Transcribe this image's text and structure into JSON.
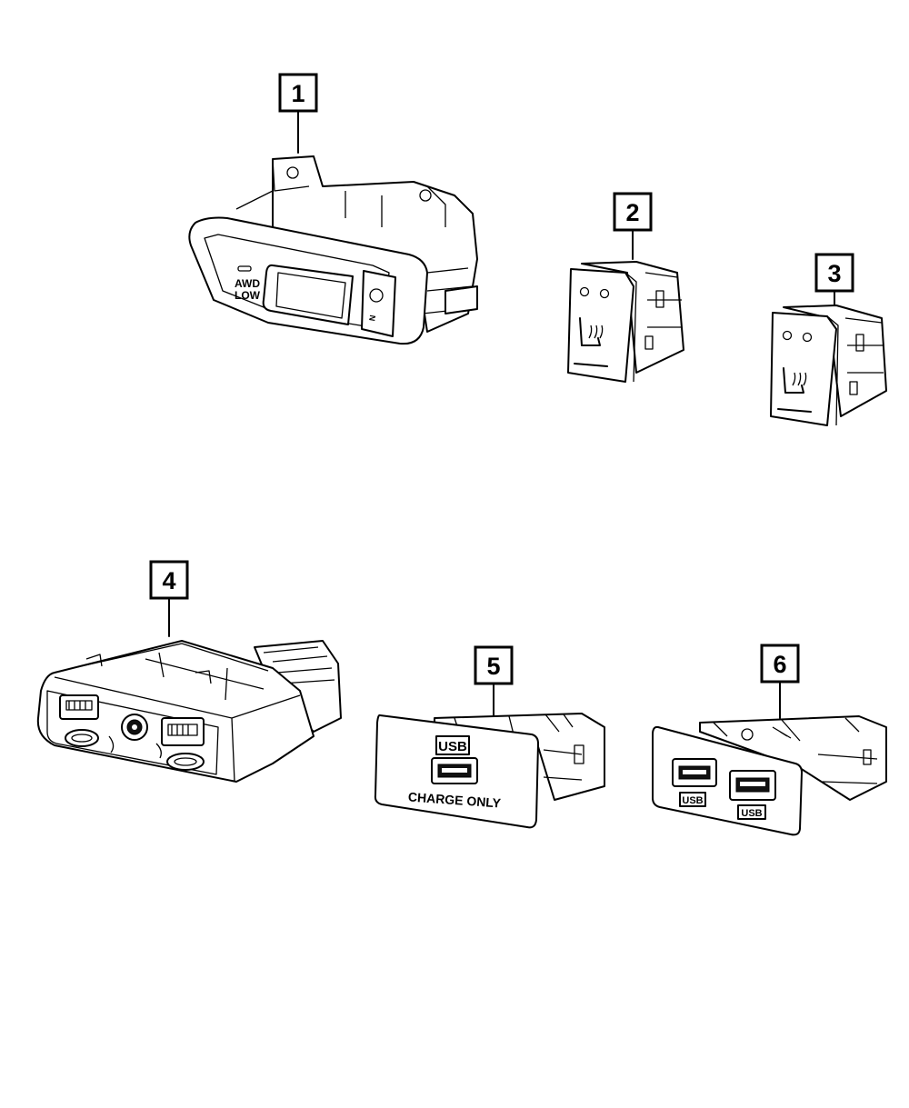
{
  "callouts": [
    "1",
    "2",
    "3",
    "4",
    "5",
    "6"
  ],
  "part1": {
    "label_line1": "AWD",
    "label_line2": "LOW",
    "button_mark": "N"
  },
  "part5": {
    "usb_label": "USB",
    "caption": "CHARGE ONLY"
  },
  "part6": {
    "port_label_left": "USB",
    "port_label_right": "USB"
  },
  "icons": [
    "seat-heater-icon",
    "seat-heater-icon",
    "usb-port-icon",
    "aux-jack-icon"
  ]
}
